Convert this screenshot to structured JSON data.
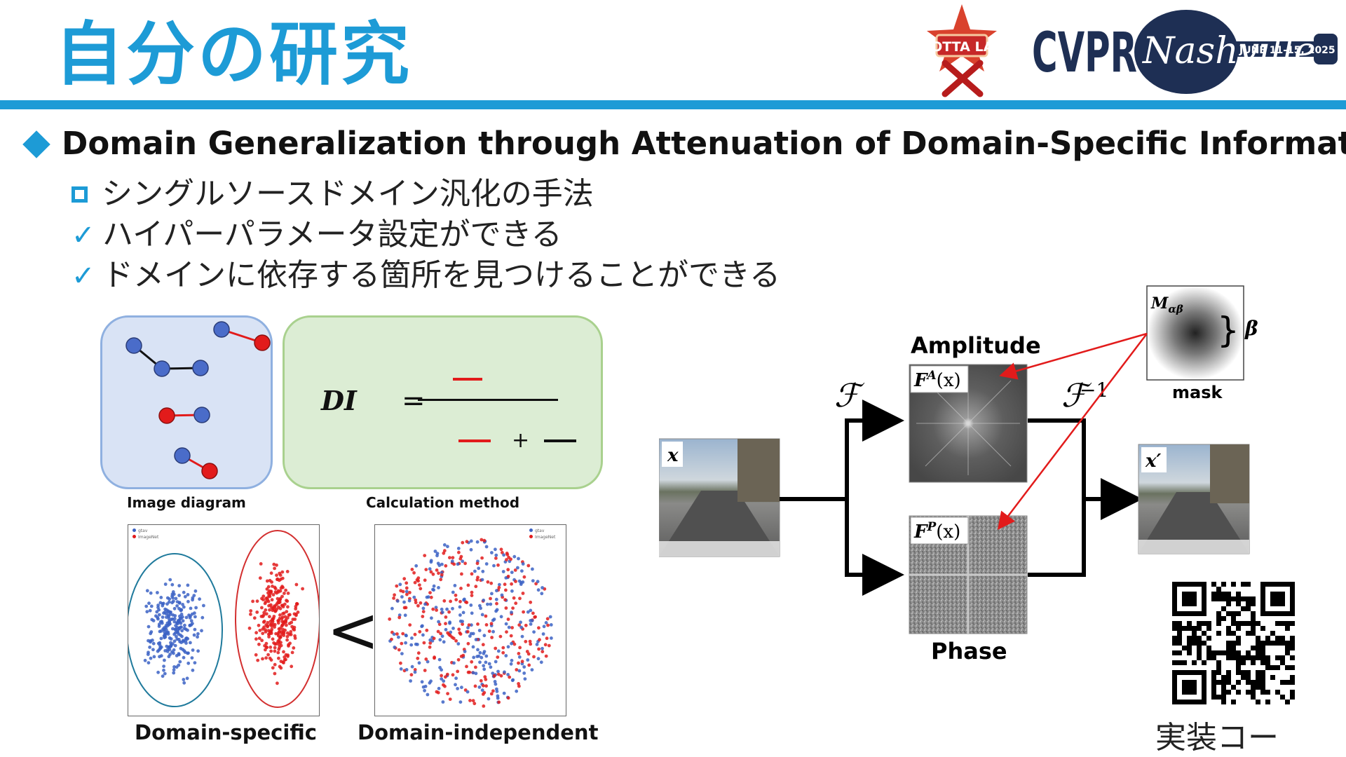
{
  "slide": {
    "title": "自分の研究",
    "logos": {
      "lab_badge": "HOTTA LAB",
      "conference": "CVPR",
      "city": "Nashville",
      "dates": "JUNE 11-15, 2025"
    },
    "heading": "Domain Generalization through Attenuation of Domain-Specific Information",
    "points": [
      "シングルソースドメイン汎化の手法",
      "ハイパーパラメータ設定ができる",
      "ドメインに依存する箇所を見つけることができる"
    ],
    "check_mark": "✓"
  },
  "left_figure": {
    "caption_diagram": "Image diagram",
    "caption_method": "Calculation method",
    "formula_lhs": "DI",
    "formula_eq": "=",
    "formula_plus": "+",
    "less_than": "<",
    "caption_specific": "Domain-specific",
    "caption_independent": "Domain-independent",
    "legend": [
      "gtav",
      "ImageNet"
    ],
    "colors": {
      "blue": "#3b62c4",
      "red": "#e21b1b",
      "teal": "#1f7a9c"
    }
  },
  "right_figure": {
    "amplitude_label": "Amplitude",
    "phase_label": "Phase",
    "mask_caption": "mask",
    "mask_symbol": "M",
    "mask_subscript": "αβ",
    "beta_symbol": "β",
    "fourier": "ℱ",
    "inverse_fourier": "ℱ",
    "inverse_exponent": "−1",
    "input_symbol": "x",
    "output_symbol": "x′",
    "amplitude_symbol": "F",
    "amplitude_sup": "A",
    "phase_symbol": "F",
    "phase_sup": "P",
    "argument": "(x)"
  },
  "qr": {
    "caption": "実装コー"
  }
}
